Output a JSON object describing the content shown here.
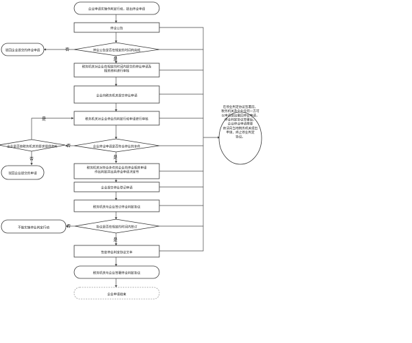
{
  "nodes": {
    "n1": [
      "企业申请实施作判定行动，提出停业申请"
    ],
    "n2": [
      "停业公告"
    ],
    "d1": [
      "停业公告是否在规定的时间内完成"
    ],
    "l1": [
      "驳回企业提交的停业申请"
    ],
    "n3": [
      "税务机关对企业在规定的时间内提交的停业申请及",
      "相关资料进行审核"
    ],
    "n4": [
      "企业向税务机关提交停业申请"
    ],
    "n5": [
      "税务机关对企业停业的判定行动申请进行审核"
    ],
    "ld2": [
      "企业是否按税务机关的要求提供资料"
    ],
    "l2": [
      "驳回企业提交的申请"
    ],
    "d2": [
      "企业停业申请是否符合停业的条件"
    ],
    "n6": [
      "税务机关对符合条件的企业的停业相关申请",
      "作出判定并出具停业申请决定书"
    ],
    "n7": [
      "企业提交停业登记申请"
    ],
    "n8": [
      "税务机关与企业签订停业判定协议"
    ],
    "d3": [
      "协议是否在规定的时间内签订"
    ],
    "l3": [
      "不能实施停业判定行动"
    ],
    "n9": [
      "签定停业判定协议文本"
    ],
    "n10": [
      "税务机关与企业签署停业判定协议"
    ],
    "n11": [
      "企业申请结束"
    ],
    "side": [
      "在停业判定协议签署前，",
      "税务机关及企业任何一方可",
      "以申请提出撤回停业申请，",
      "停业判定协议签署后，",
      "企业停业申请需要",
      "依法向当地税务机关提出",
      "申请，终止停业判定",
      "协议。"
    ]
  },
  "branch_labels": {
    "yes": "是",
    "no": "否"
  }
}
